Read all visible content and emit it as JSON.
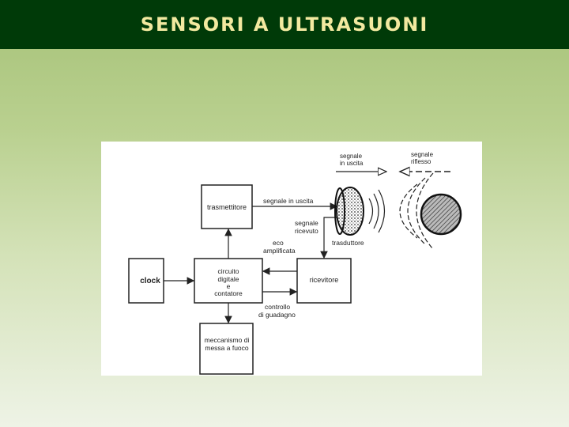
{
  "slide": {
    "title": "SENSORI A ULTRASUONI"
  },
  "diagram": {
    "blocks": {
      "clock": "clock",
      "trasmettitore": "trasmettitore",
      "circuito": [
        "circuito",
        "digitale",
        "e",
        "contatore"
      ],
      "ricevitore": "ricevitore",
      "meccanismo": [
        "meccanismo di",
        "messa a fuoco"
      ]
    },
    "labels": {
      "segnale_in_uscita": "segnale in uscita",
      "segnale_ricevuto": [
        "segnale",
        "ricevuto"
      ],
      "eco_amplificata": [
        "eco",
        "amplificata"
      ],
      "trasduttore": "trasduttore",
      "controllo_guadagno": [
        "controllo",
        "di guadagno"
      ],
      "legend_uscita": [
        "segnale",
        "in uscita"
      ],
      "legend_riflesso": [
        "segnale",
        "riflesso"
      ]
    }
  }
}
